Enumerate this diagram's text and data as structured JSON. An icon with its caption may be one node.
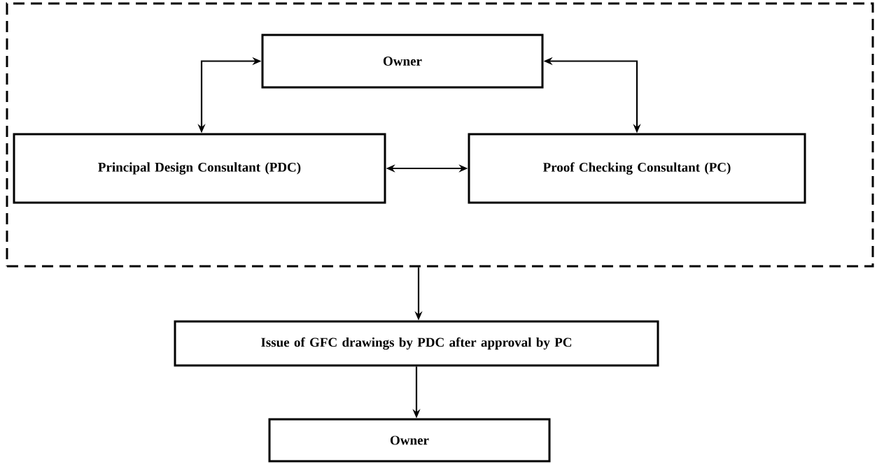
{
  "diagram": {
    "nodes": [
      {
        "text": [],
        "shape": "box"
      },
      {
        "text": [
          "Owner"
        ],
        "in": 0
      },
      {
        "text": [
          "Principal Design Consultant (PDC)"
        ],
        "in": 0
      },
      {
        "text": [
          "Proof Checking Consultant (PC)"
        ],
        "in": 0
      },
      {
        "text": [
          "Issue of GFC drawings by PDC after approval by PC"
        ]
      },
      {
        "text": [
          "Owner"
        ]
      }
    ],
    "edges": [
      {
        "from": 1,
        "to": 2,
        "arrow": "both"
      },
      {
        "from": 1,
        "to": 3,
        "arrow": "both"
      },
      {
        "from": 2,
        "to": 3,
        "arrow": "both"
      },
      {
        "from": 0,
        "to": 4,
        "arrow": "to"
      },
      {
        "from": 4,
        "to": 5,
        "arrow": "to"
      }
    ]
  }
}
